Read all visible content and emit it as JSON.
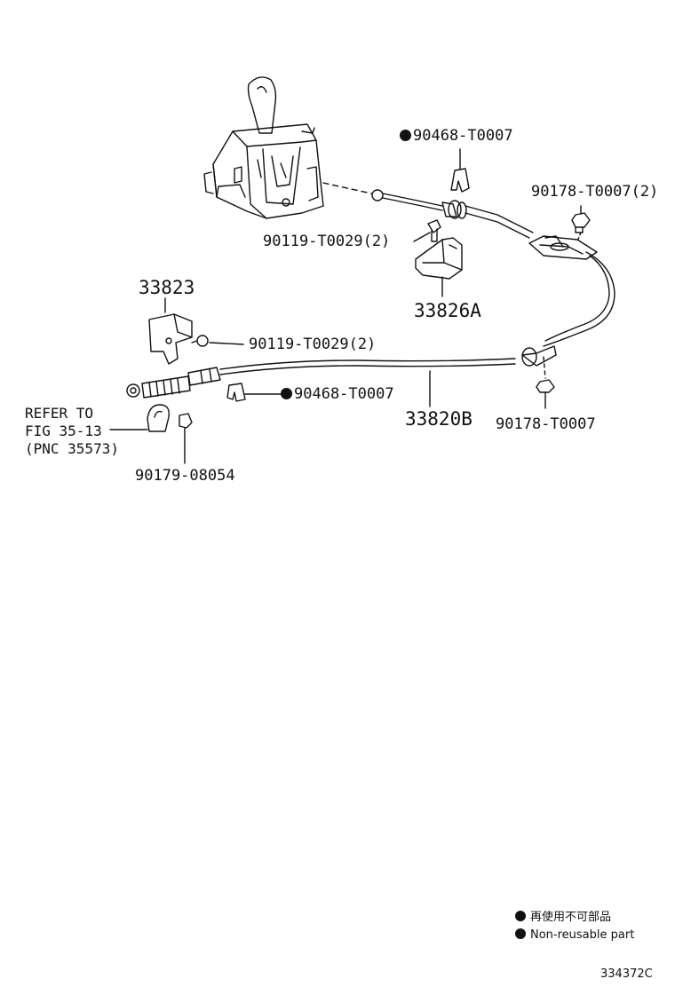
{
  "parts": {
    "p90468_top": "90468-T0007",
    "p90178_top": "90178-T0007(2)",
    "p90119_top": "90119-T0029(2)",
    "p33826A": "33826A",
    "p33823": "33823",
    "p90119_mid": "90119-T0029(2)",
    "p90468_mid": "90468-T0007",
    "p33820B": "33820B",
    "p90178_bot": "90178-T0007",
    "p90179": "90179-08054"
  },
  "reference_note": {
    "line1": "REFER TO",
    "line2": "FIG 35-13",
    "line3": "(PNC 35573)"
  },
  "legend": {
    "japanese": "再使用不可部品",
    "english": "Non-reusable part"
  },
  "figure_id": "334372C"
}
